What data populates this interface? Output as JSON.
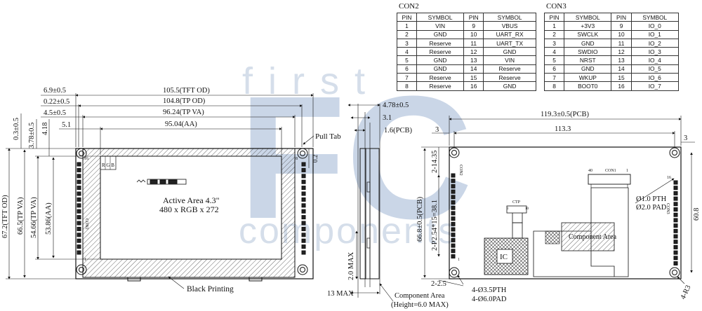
{
  "watermark": {
    "top": "first",
    "big": "FC",
    "bottom": "components"
  },
  "con2": {
    "title": "CON2",
    "headers": [
      "PIN",
      "SYMBOL",
      "PIN",
      "SYMBOL"
    ],
    "rows": [
      [
        "1",
        "VIN",
        "9",
        "VBUS"
      ],
      [
        "2",
        "GND",
        "10",
        "UART_RX"
      ],
      [
        "3",
        "Reserve",
        "11",
        "UART_TX"
      ],
      [
        "4",
        "Reserve",
        "12",
        "GND"
      ],
      [
        "5",
        "GND",
        "13",
        "VIN"
      ],
      [
        "6",
        "GND",
        "14",
        "Reserve"
      ],
      [
        "7",
        "Reserve",
        "15",
        "Reserve"
      ],
      [
        "8",
        "Reserve",
        "16",
        "GND"
      ]
    ]
  },
  "con3": {
    "title": "CON3",
    "headers": [
      "PIN",
      "SYMBOL",
      "PIN",
      "SYMBOL"
    ],
    "rows": [
      [
        "1",
        "+3V3",
        "9",
        "IO_0"
      ],
      [
        "2",
        "SWCLK",
        "10",
        "IO_1"
      ],
      [
        "3",
        "GND",
        "11",
        "IO_2"
      ],
      [
        "4",
        "SWDIO",
        "12",
        "IO_3"
      ],
      [
        "5",
        "NRST",
        "13",
        "IO_4"
      ],
      [
        "6",
        "GND",
        "14",
        "IO_5"
      ],
      [
        "7",
        "WKUP",
        "15",
        "IO_6"
      ],
      [
        "8",
        "BOOT0",
        "16",
        "IO_7"
      ]
    ]
  },
  "front": {
    "dim_tft_od_w": "105.5(TFT OD)",
    "dim_tp_od_w": "104.8(TP OD)",
    "dim_tp_va_w": "96.24(TP VA)",
    "dim_aa_w": "95.04(AA)",
    "off_6_9": "6.9±0.5",
    "off_0_22": "0.22±0.5",
    "off_4_5": "4.5±0.5",
    "off_5_1": "5.1",
    "off_0_3": "0.3±0.5",
    "off_3_78": "3.78±0.5",
    "off_4_18": "4.18",
    "dim_tft_od_h": "67.2(TFT OD)",
    "dim_tp_va_h1": "66.5(TP VA)",
    "dim_tp_va_h2": "54.66(TP VA)",
    "dim_aa_h": "53.86(AA)",
    "pull_tab": "Pull Tab",
    "pull_tab_dim": "0.2",
    "active_area": "Active Area 4.3\"",
    "resolution": "480 x RGB x 272",
    "rgb": "R G B",
    "black_printing": "Black Printing",
    "con_label": "CON2",
    "pin16": "16",
    "pin1": "1",
    "pin8": "8"
  },
  "side": {
    "d_4_78": "4.78±0.5",
    "d_3_1": "3.1",
    "d_1_6": "1.6(PCB)",
    "d_2_max": "2.0 MAX",
    "d_13_max": "13 MAX",
    "component_area": "Component Area",
    "height": "(Height=6.0 MAX)"
  },
  "back": {
    "d_pcb_w": "119.3±0.5(PCB)",
    "d_3_left": "3",
    "d_113_3": "113.3",
    "d_3_right": "3",
    "d_2_14_35": "2-14.35",
    "d_pcb_h": "66.8±0.5(PCB)",
    "d_pitch": "2-P2.54*15=38.1",
    "d_2_2_5": "2-2.5",
    "d_60_8": "60.8",
    "pth": "Ø1.0 PTH",
    "pad": "Ø2.0 PAD",
    "hole_pth": "4-Ø3.5PTH",
    "hole_pad": "4-Ø6.0PAD",
    "r3": "4-R3",
    "ctp": "CTP",
    "ctp_1": "1",
    "ctp_10": "10",
    "con1": "CON1",
    "con1_40": "40",
    "con1_1": "1",
    "component_area": "Component Area",
    "ic": "IC",
    "con2_label": "CON2",
    "con3_label": "CON3",
    "pin16": "16",
    "pin1": "1"
  }
}
